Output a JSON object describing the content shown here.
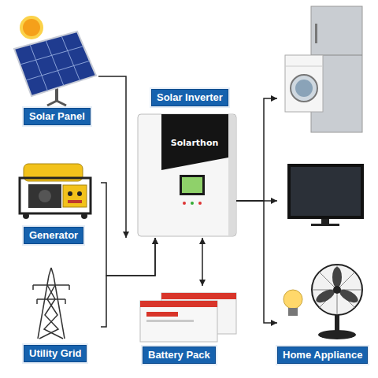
{
  "diagram": {
    "nodes": [
      {
        "text": [
          "Solar Panel"
        ]
      },
      {
        "text": [
          "Solar Inverter",
          "Solarthon"
        ]
      },
      {
        "text": [
          "Generator"
        ]
      },
      {
        "text": [
          "Utility Grid"
        ]
      },
      {
        "text": [
          "Battery Pack"
        ]
      },
      {
        "text": [
          "Home Appliance"
        ]
      }
    ],
    "edges": [
      {
        "from": 0,
        "to": 1,
        "arrow": "to"
      },
      {
        "from": 2,
        "to": 1,
        "arrow": "to"
      },
      {
        "from": 3,
        "to": 1,
        "arrow": "to"
      },
      {
        "from": 1,
        "to": 4,
        "arrow": "both"
      },
      {
        "from": 1,
        "to": 5,
        "arrow": "to"
      }
    ]
  }
}
